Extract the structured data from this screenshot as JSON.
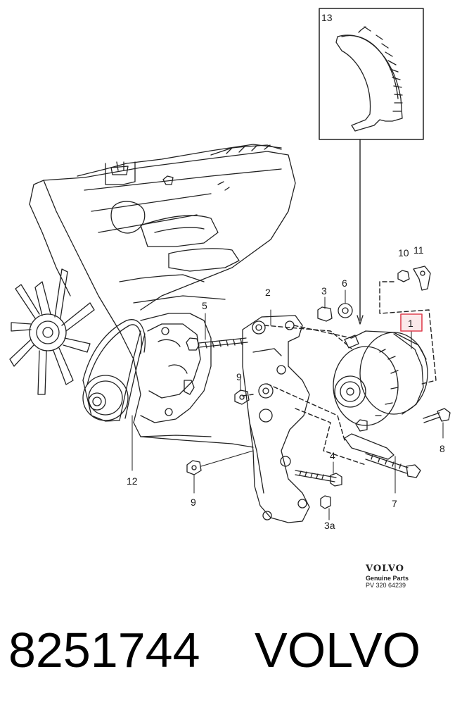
{
  "diagram": {
    "callouts": {
      "c1": "1",
      "c2": "2",
      "c3": "3",
      "c3a": "3a",
      "c4": "4",
      "c5": "5",
      "c6": "6",
      "c7": "7",
      "c8": "8",
      "c9a": "9",
      "c9b": "9",
      "c10": "10",
      "c11": "11",
      "c12": "12",
      "c13": "13"
    },
    "highlight_color": "#e04050"
  },
  "brand": {
    "logo": "VOLVO",
    "genuine": "Genuine Parts",
    "pv": "PV 320 64239"
  },
  "footer": {
    "part_number": "8251744",
    "maker": "VOLVO"
  }
}
